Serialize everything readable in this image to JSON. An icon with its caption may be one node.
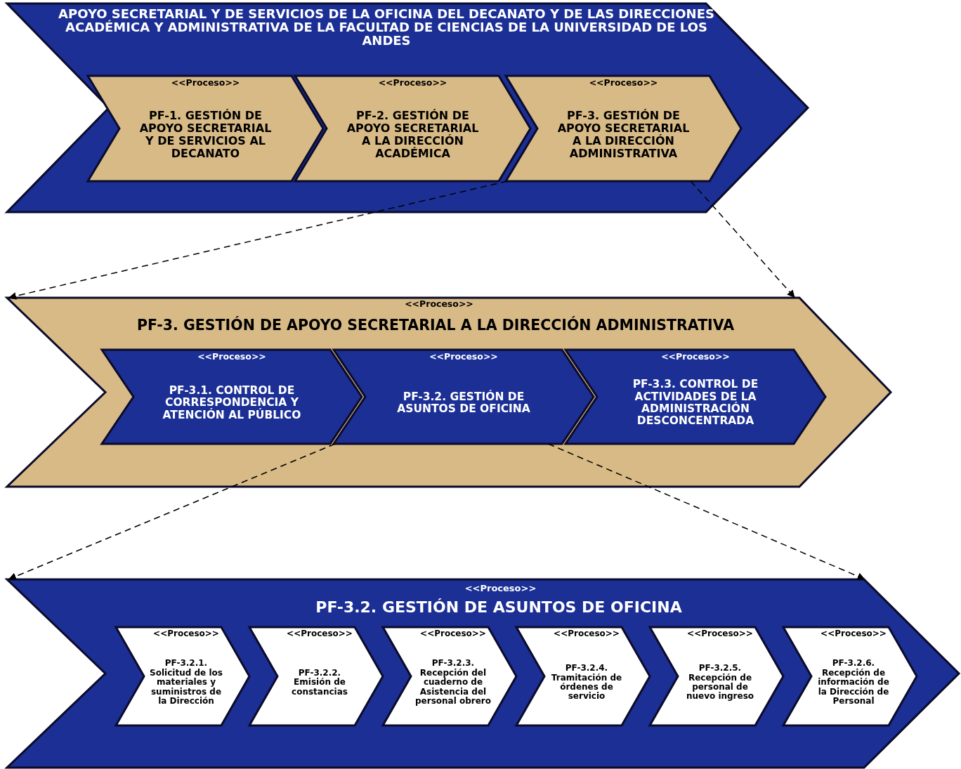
{
  "diagram": {
    "nodes": [
      {
        "text": [
          "APOYO SECRETARIAL Y DE SERVICIOS DE LA OFICINA DEL DECANATO Y DE LAS DIRECCIONES ACADÉMICA Y ADMINISTRATIVA DE LA FACULTAD DE CIENCIAS DE LA UNIVERSIDAD DE LOS ANDES"
        ]
      },
      {
        "text": [
          "<<Proceso>>",
          "PF-1. GESTIÓN DE APOYO SECRETARIAL Y DE SERVICIOS AL DECANATO"
        ],
        "in": 0
      },
      {
        "text": [
          "<<Proceso>>",
          "PF-2. GESTIÓN DE APOYO SECRETARIAL A LA DIRECCIÓN ACADÉMICA"
        ],
        "in": 0
      },
      {
        "text": [
          "<<Proceso>>",
          "PF-3. GESTIÓN DE APOYO SECRETARIAL A LA DIRECCIÓN ADMINISTRATIVA"
        ],
        "in": 0
      },
      {
        "text": [
          "<<Proceso>>",
          "PF-3. GESTIÓN DE APOYO SECRETARIAL A LA DIRECCIÓN ADMINISTRATIVA"
        ]
      },
      {
        "text": [
          "<<Proceso>>",
          "PF-3.1. CONTROL DE CORRESPONDENCIA Y ATENCIÓN AL PÚBLICO"
        ],
        "in": 4
      },
      {
        "text": [
          "<<Proceso>>",
          "PF-3.2. GESTIÓN DE ASUNTOS DE OFICINA"
        ],
        "in": 4
      },
      {
        "text": [
          "<<Proceso>>",
          "PF-3.3. CONTROL DE ACTIVIDADES DE LA ADMINISTRACIÓN DESCONCENTRADA"
        ],
        "in": 4
      },
      {
        "text": [
          "<<Proceso>>",
          "PF-3.2. GESTIÓN DE ASUNTOS DE OFICINA"
        ]
      },
      {
        "text": [
          "<<Proceso>>",
          "PF-3.2.1. Solicitud de los materiales y suministros de la Dirección"
        ],
        "in": 8
      },
      {
        "text": [
          "<<Proceso>>",
          "PF-3.2.2. Emisión de constancias"
        ],
        "in": 8
      },
      {
        "text": [
          "<<Proceso>>",
          "PF-3.2.3. Recepción del cuaderno de Asistencia del personal obrero"
        ],
        "in": 8
      },
      {
        "text": [
          "<<Proceso>>",
          "PF-3.2.4. Tramitación de órdenes de servicio"
        ],
        "in": 8
      },
      {
        "text": [
          "<<Proceso>>",
          "PF-3.2.5. Recepción de personal de nuevo ingreso"
        ],
        "in": 8
      },
      {
        "text": [
          "<<Proceso>>",
          "PF-3.2.6. Recepción de información de la Dirección de Personal"
        ],
        "in": 8
      }
    ],
    "edges": [
      {
        "from": 3,
        "to": 4,
        "arrow": "to",
        "style": "dashed"
      },
      {
        "from": 3,
        "to": 4,
        "arrow": "to",
        "style": "dashed"
      },
      {
        "from": 6,
        "to": 8,
        "arrow": "to",
        "style": "dashed"
      },
      {
        "from": 6,
        "to": 8,
        "arrow": "to",
        "style": "dashed"
      }
    ]
  }
}
